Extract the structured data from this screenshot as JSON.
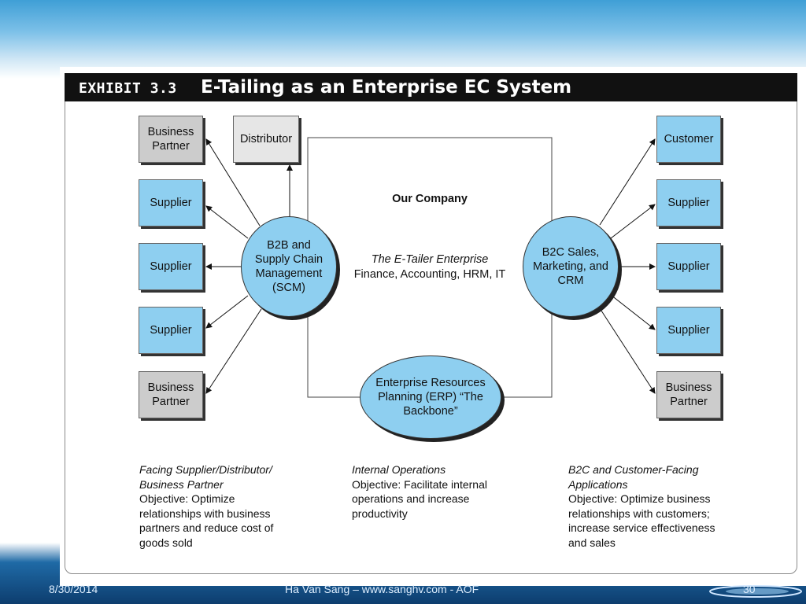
{
  "exhibit": {
    "label": "EXHIBIT 3.3",
    "title": "E-Tailing as an Enterprise EC System"
  },
  "left_boxes": [
    {
      "label": "Business Partner",
      "style": "gray"
    },
    {
      "label": "Supplier",
      "style": "blue"
    },
    {
      "label": "Supplier",
      "style": "blue"
    },
    {
      "label": "Supplier",
      "style": "blue"
    },
    {
      "label": "Business Partner",
      "style": "gray"
    }
  ],
  "distributor": {
    "label": "Distributor"
  },
  "right_boxes": [
    {
      "label": "Customer",
      "style": "blue"
    },
    {
      "label": "Supplier",
      "style": "blue"
    },
    {
      "label": "Supplier",
      "style": "blue"
    },
    {
      "label": "Supplier",
      "style": "blue"
    },
    {
      "label": "Business Partner",
      "style": "gray"
    }
  ],
  "circles": {
    "scm": "B2B and Supply Chain Management (SCM)",
    "crm": "B2C Sales, Marketing, and CRM",
    "erp": "Enterprise Resources Planning (ERP) “The Backbone”"
  },
  "company": {
    "title": "Our Company",
    "enterprise": "The E-Tailer Enterprise",
    "functions": "Finance, Accounting, HRM, IT"
  },
  "captions": {
    "left": {
      "heading": "Facing Supplier/Distributor/ Business Partner",
      "body": "Objective: Optimize relationships with business partners and reduce cost of goods sold"
    },
    "middle": {
      "heading": "Internal Operations",
      "body": "Objective: Facilitate internal operations and increase productivity"
    },
    "right": {
      "heading": "B2C and Customer-Facing Applications",
      "body": "Objective: Optimize business relationships with customers; increase service effectiveness and sales"
    }
  },
  "footer": {
    "date": "8/30/2014",
    "author": "Ha Van Sang – www.sanghv.com - AOF",
    "page": "30"
  },
  "colors": {
    "blue_fill": "#8ecff0",
    "gray_fill": "#cccccc",
    "light_fill": "#e6e6e6",
    "title_bar": "#111111"
  }
}
